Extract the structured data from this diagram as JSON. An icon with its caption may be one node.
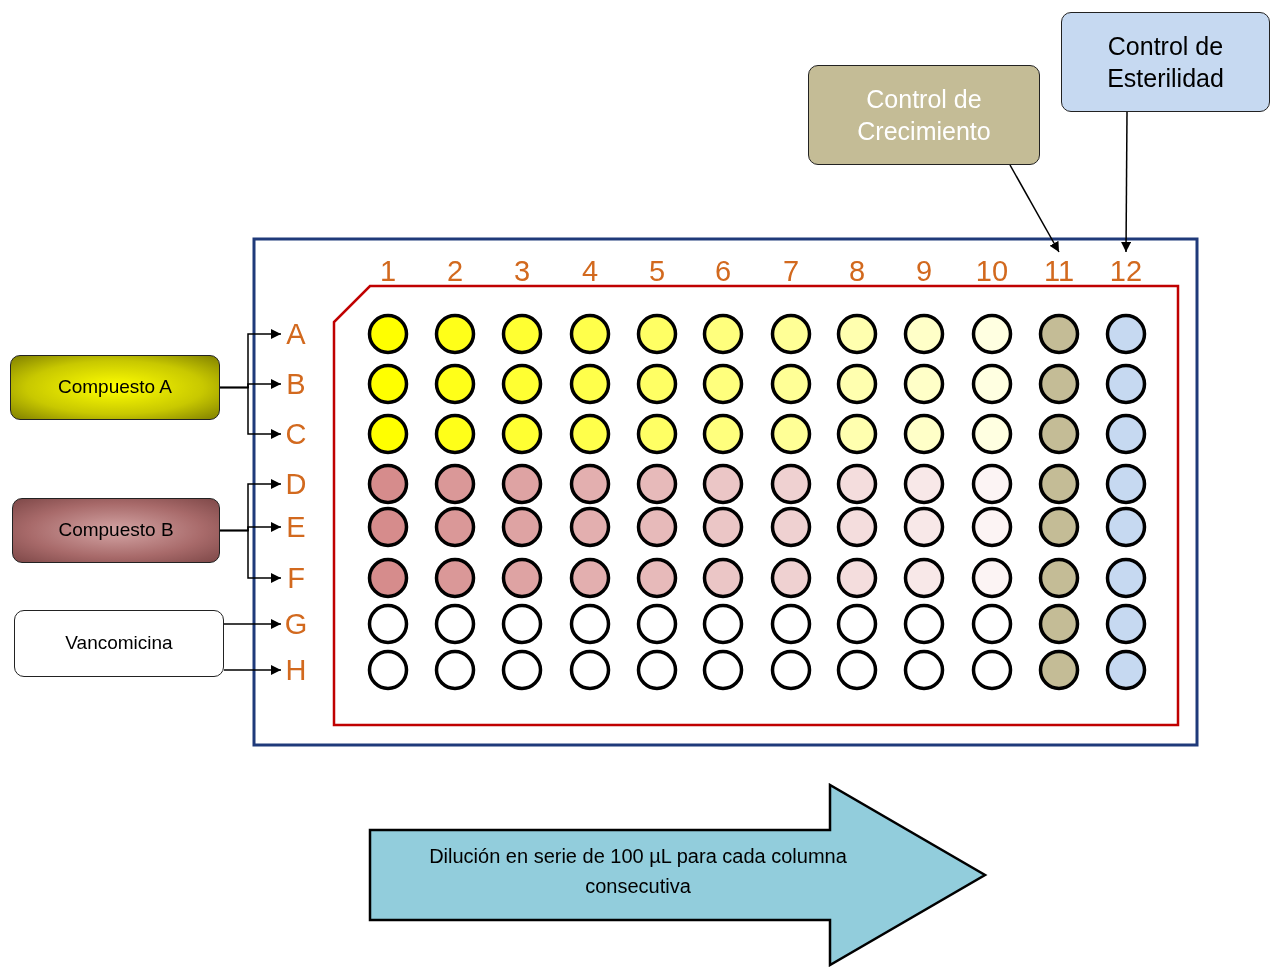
{
  "diagram": {
    "nodes": [
      {
        "text": [
          "Control de Esterilidad"
        ]
      },
      {
        "text": [
          "Control de Crecimiento"
        ]
      },
      {
        "text": [
          "11"
        ]
      },
      {
        "text": [
          "12"
        ]
      },
      {
        "text": [
          "Compuesto A"
        ]
      },
      {
        "text": [
          "A"
        ]
      },
      {
        "text": [
          "B"
        ]
      },
      {
        "text": [
          "C"
        ]
      },
      {
        "text": [
          "Compuesto B"
        ]
      },
      {
        "text": [
          "D"
        ]
      },
      {
        "text": [
          "E"
        ]
      },
      {
        "text": [
          "F"
        ]
      },
      {
        "text": [
          "Vancomicina"
        ]
      },
      {
        "text": [
          "G"
        ]
      },
      {
        "text": [
          "H"
        ]
      },
      {
        "text": [
          "Dilución en serie de 100 µL para cada columna consecutiva"
        ]
      }
    ],
    "edges": [
      {
        "from": 1,
        "to": 2,
        "arrow": "to"
      },
      {
        "from": 0,
        "to": 3,
        "arrow": "to"
      },
      {
        "from": 4,
        "to": 5,
        "arrow": "to"
      },
      {
        "from": 4,
        "to": 6,
        "arrow": "to"
      },
      {
        "from": 4,
        "to": 7,
        "arrow": "to"
      },
      {
        "from": 8,
        "to": 9,
        "arrow": "to"
      },
      {
        "from": 8,
        "to": 10,
        "arrow": "to"
      },
      {
        "from": 8,
        "to": 11,
        "arrow": "to"
      },
      {
        "from": 12,
        "to": 13,
        "arrow": "to"
      },
      {
        "from": 12,
        "to": 14,
        "arrow": "to"
      }
    ],
    "labels": [
      "1",
      "2",
      "3",
      "4",
      "5",
      "6",
      "7",
      "8",
      "9",
      "10"
    ]
  }
}
